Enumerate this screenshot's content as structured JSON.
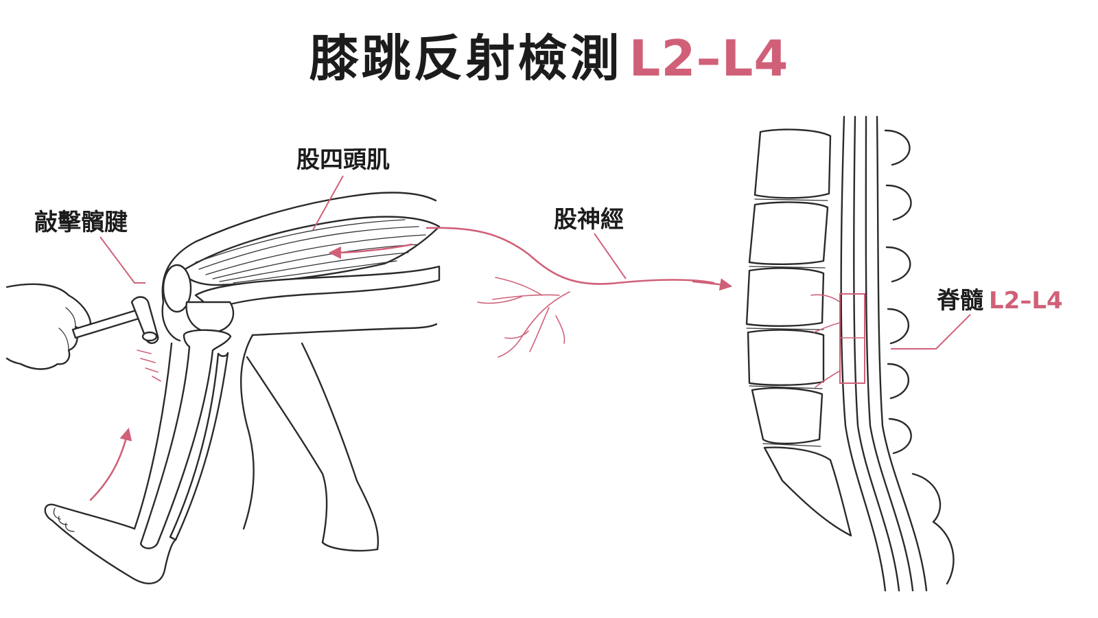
{
  "title": {
    "main": "膝跳反射檢測",
    "accent": "L2–L4"
  },
  "labels": {
    "tap_tendon": "敲擊髕腱",
    "quadriceps": "股四頭肌",
    "femoral_nerve": "股神經",
    "spinal_cord": "脊髓",
    "spinal_level": "L2–L4"
  },
  "colors": {
    "accent": "#d06078",
    "ink": "#2a2a2a"
  }
}
